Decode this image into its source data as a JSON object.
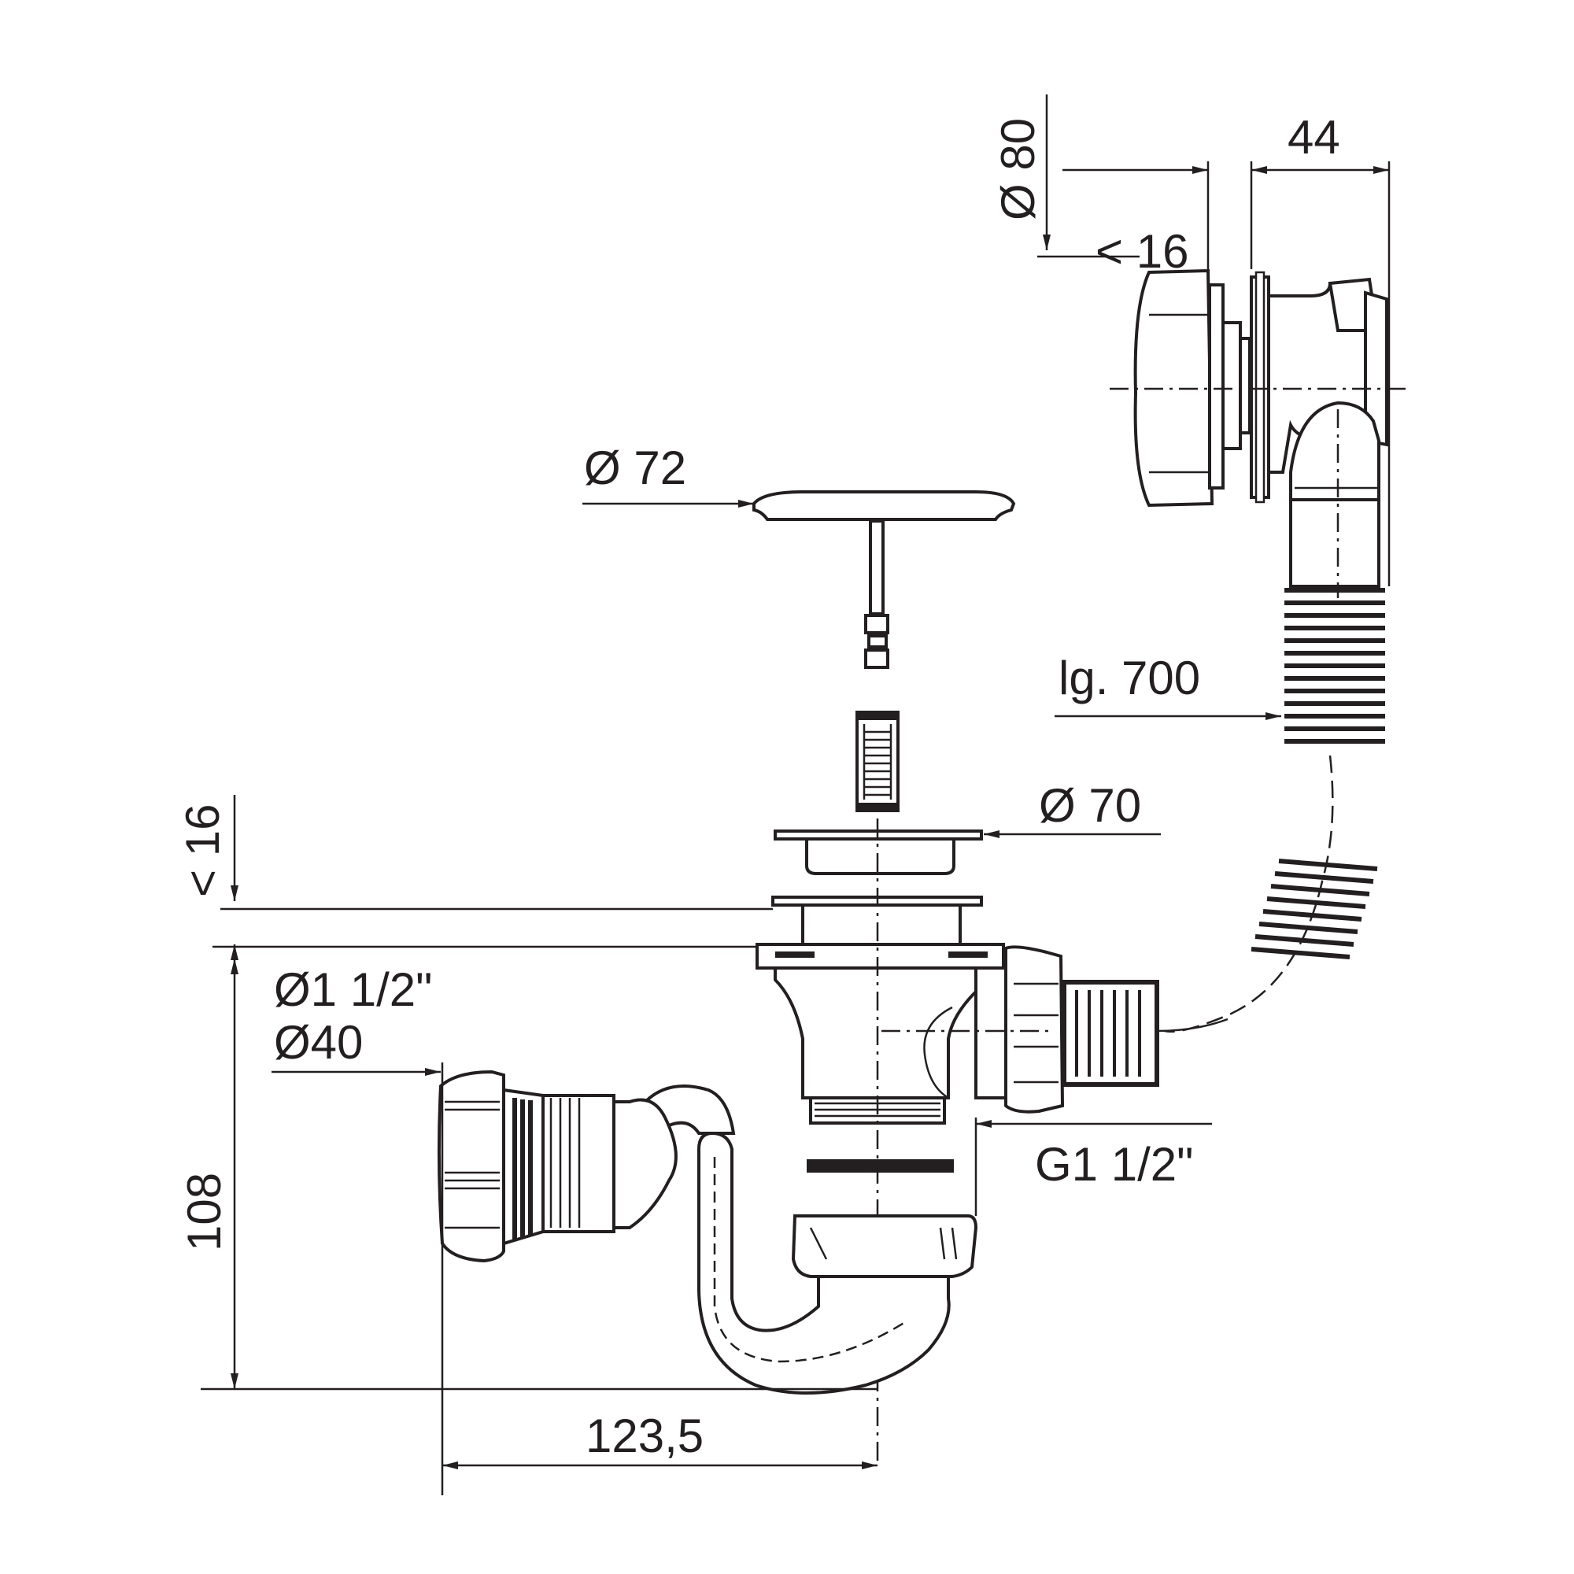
{
  "dimensions": {
    "overflow_diameter": "Ø 80",
    "overflow_depth": "< 16",
    "overflow_width": "44",
    "plug_diameter": "Ø 72",
    "hose_length": "lg. 700",
    "waste_flange_diameter": "Ø 70",
    "waste_depth": "< 16",
    "outlet_size_inch": "Ø1 1/2\"",
    "outlet_size_mm": "Ø40",
    "thread_size": "G1 1/2\"",
    "trap_height": "108",
    "trap_width": "123,5"
  },
  "colors": {
    "line": "#231f20",
    "background": "#ffffff"
  }
}
